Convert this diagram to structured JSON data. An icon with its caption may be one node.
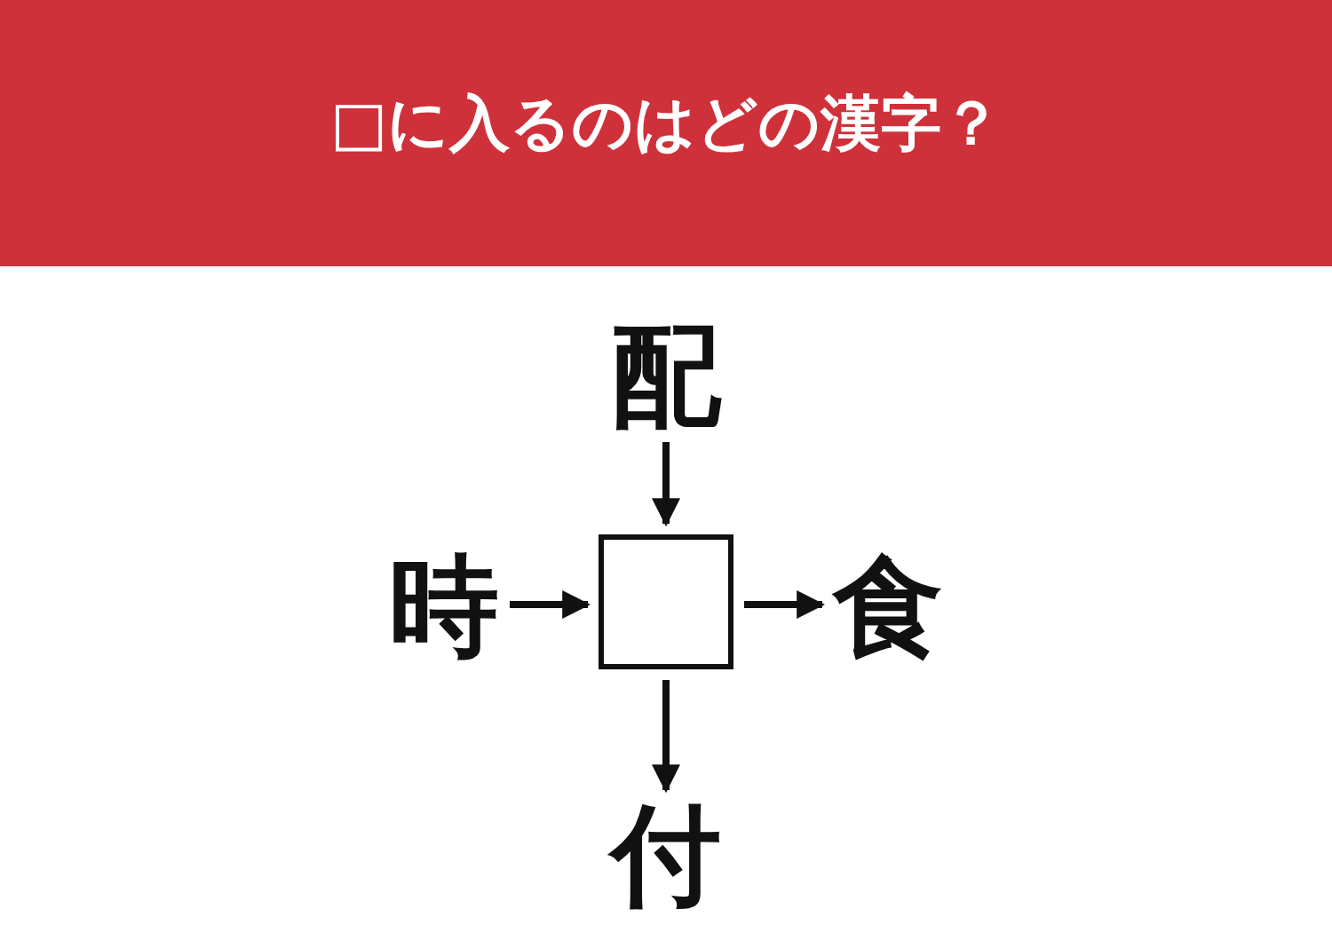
{
  "diagram": {
    "title": "□に入るのはどの漢字？",
    "nodes": [
      {
        "text": [
          "配"
        ]
      },
      {
        "text": [
          "時"
        ]
      },
      {
        "text": [],
        "shape": "box"
      },
      {
        "text": [
          "食"
        ]
      },
      {
        "text": [
          "付"
        ]
      }
    ],
    "edges": [
      {
        "from": 0,
        "to": 2,
        "arrow": "to"
      },
      {
        "from": 1,
        "to": 2,
        "arrow": "to"
      },
      {
        "from": 2,
        "to": 3,
        "arrow": "to"
      },
      {
        "from": 2,
        "to": 4,
        "arrow": "to"
      }
    ]
  }
}
